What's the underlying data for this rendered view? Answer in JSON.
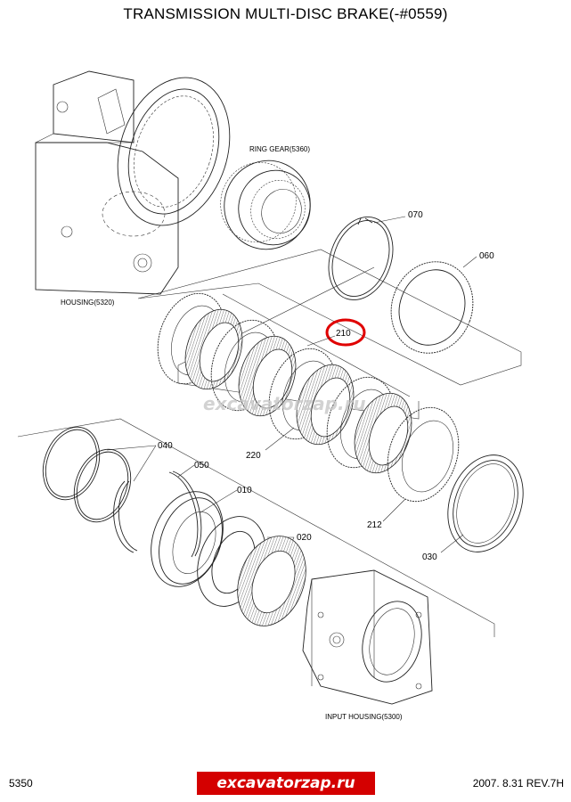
{
  "title": "TRANSMISSION MULTI-DISC BRAKE(-#0559)",
  "labels": {
    "ring_gear": "RING GEAR(5360)",
    "housing": "HOUSING(5320)",
    "input_housing": "INPUT HOUSING(5300)",
    "p070": "070",
    "p060": "060",
    "p210": "210",
    "p220": "220",
    "p212": "212",
    "p040": "040",
    "p050": "050",
    "p010": "010",
    "p020": "020",
    "p030": "030"
  },
  "watermark": "excavatorzap.ru",
  "footer": {
    "page": "5350",
    "brand": "excavatorzap.ru",
    "date_rev": "2007.  8.31  REV.7H"
  },
  "colors": {
    "highlight": "#e00000",
    "brand_bg": "#d40000"
  }
}
